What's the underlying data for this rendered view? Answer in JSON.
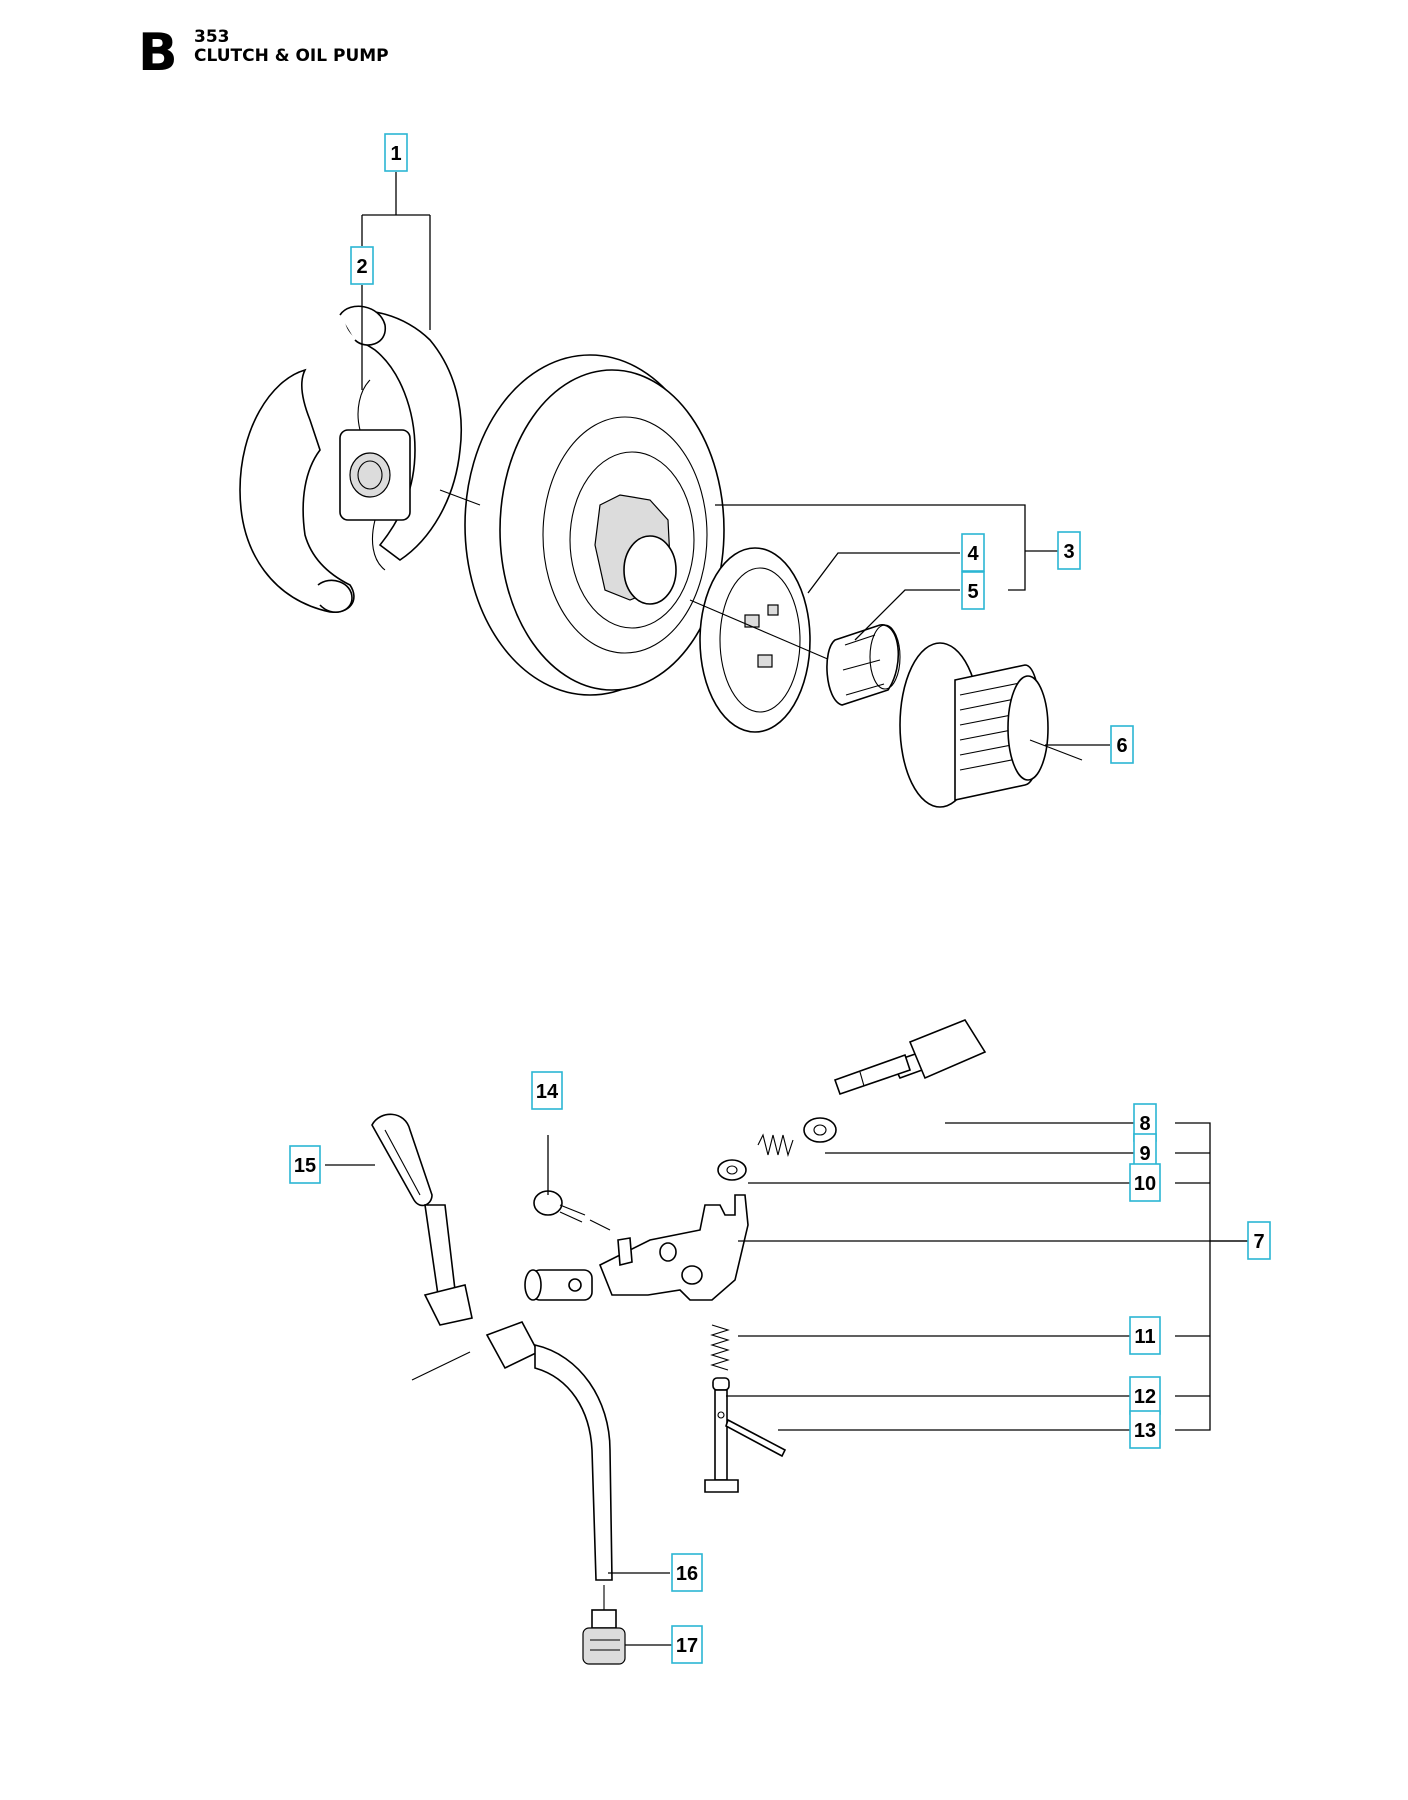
{
  "header": {
    "section_letter": "B",
    "model": "353",
    "title": "CLUTCH & OIL PUMP"
  },
  "callouts": [
    "1",
    "2",
    "3",
    "4",
    "5",
    "6",
    "7",
    "8",
    "9",
    "10",
    "11",
    "12",
    "13",
    "14",
    "15",
    "16",
    "17"
  ],
  "colors": {
    "callout_border": "#2bb6d3",
    "line": "#000000",
    "part_shade": "#dcdcdc"
  }
}
